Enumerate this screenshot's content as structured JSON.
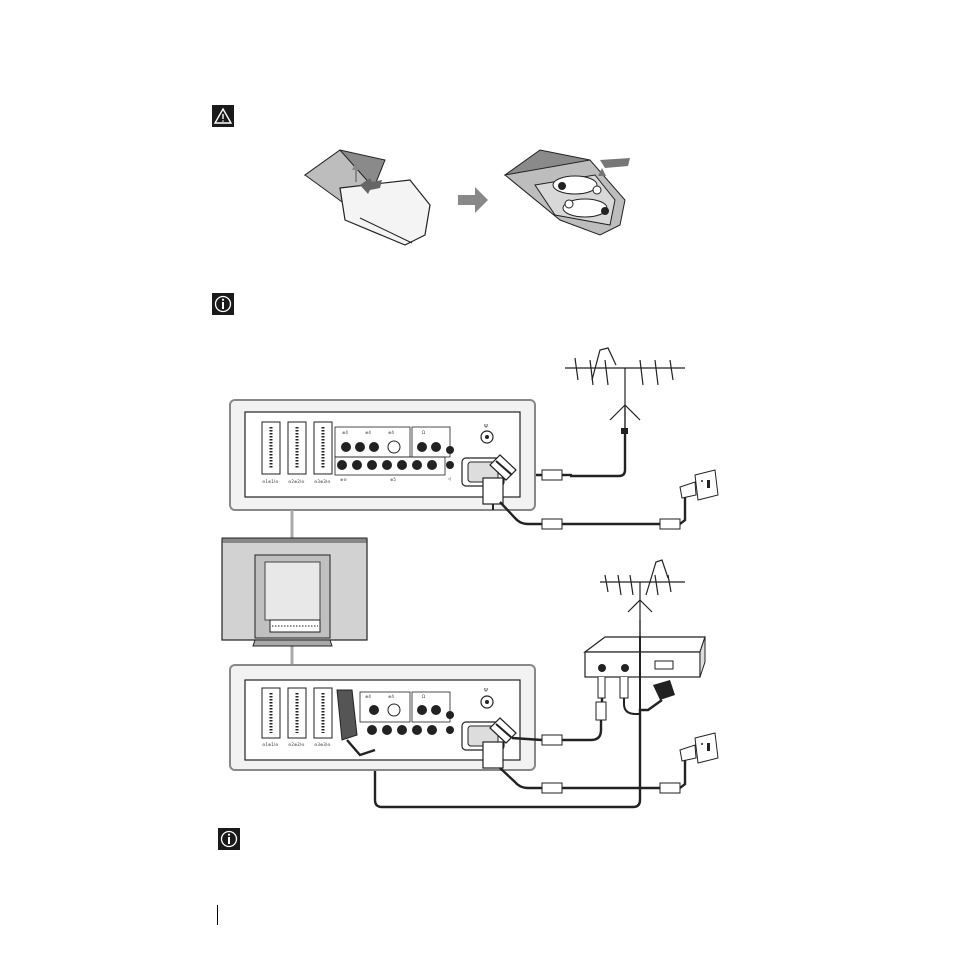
{
  "icons": {
    "warning": "warning-triangle-icon",
    "info_top": "information-icon",
    "info_bottom": "information-icon"
  },
  "panel_labels": {
    "scart1": "⊖1⊕1/⊖",
    "scart2": "⊖2⊕2/⊖",
    "scart3": "⊖3⊕3/⊖",
    "av4_a": "⊕4",
    "av4_b": "⊕4",
    "av4_c": "⊕4",
    "phones": "Ω",
    "av5": "⊕5",
    "mon": "⊕⊖",
    "aerial": "Ψ",
    "speaker": "◁"
  }
}
